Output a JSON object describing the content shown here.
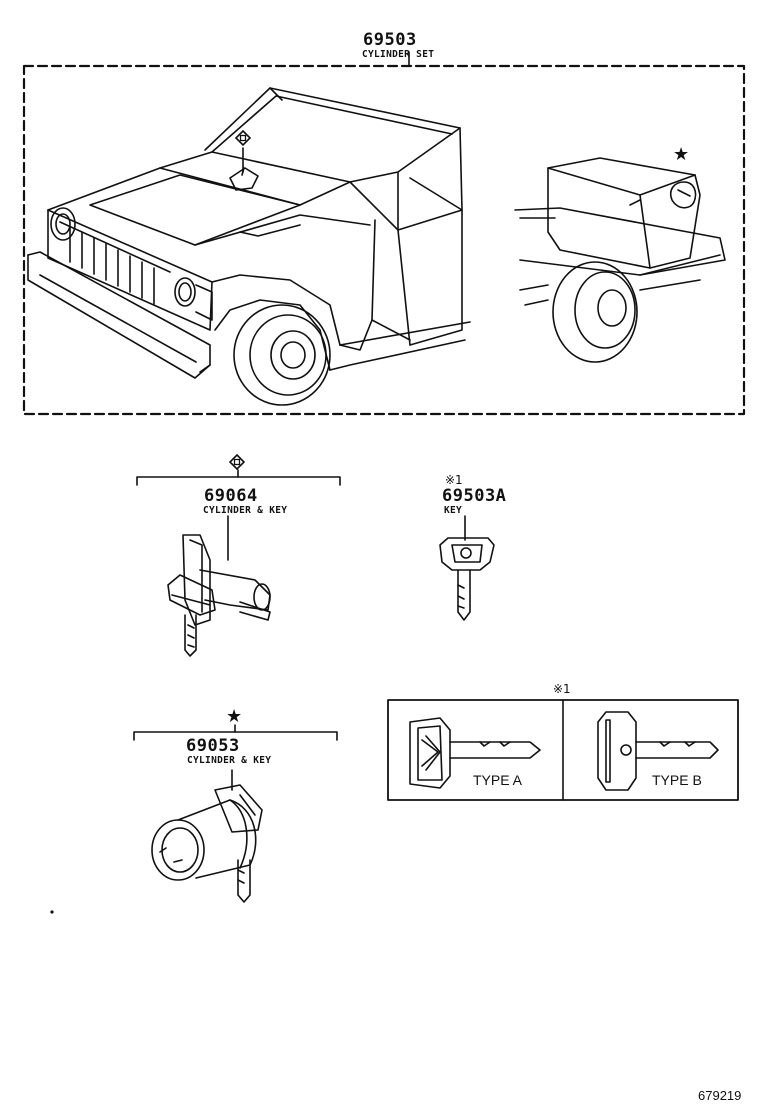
{
  "set": {
    "part_number": "69503",
    "description": "CYLINDER SET"
  },
  "hood_lock": {
    "symbol": "diamond-square-mark",
    "part_number": "69064",
    "description": "CYLINDER & KEY"
  },
  "key": {
    "note_mark": "※1",
    "part_number": "69503A",
    "description": "KEY"
  },
  "tank_lock": {
    "symbol": "★",
    "part_number": "69053",
    "description": "CYLINDER & KEY"
  },
  "key_types": {
    "note_mark": "※1",
    "type_a_label": "TYPE A",
    "type_b_label": "TYPE B"
  },
  "diagram_number": "679219"
}
